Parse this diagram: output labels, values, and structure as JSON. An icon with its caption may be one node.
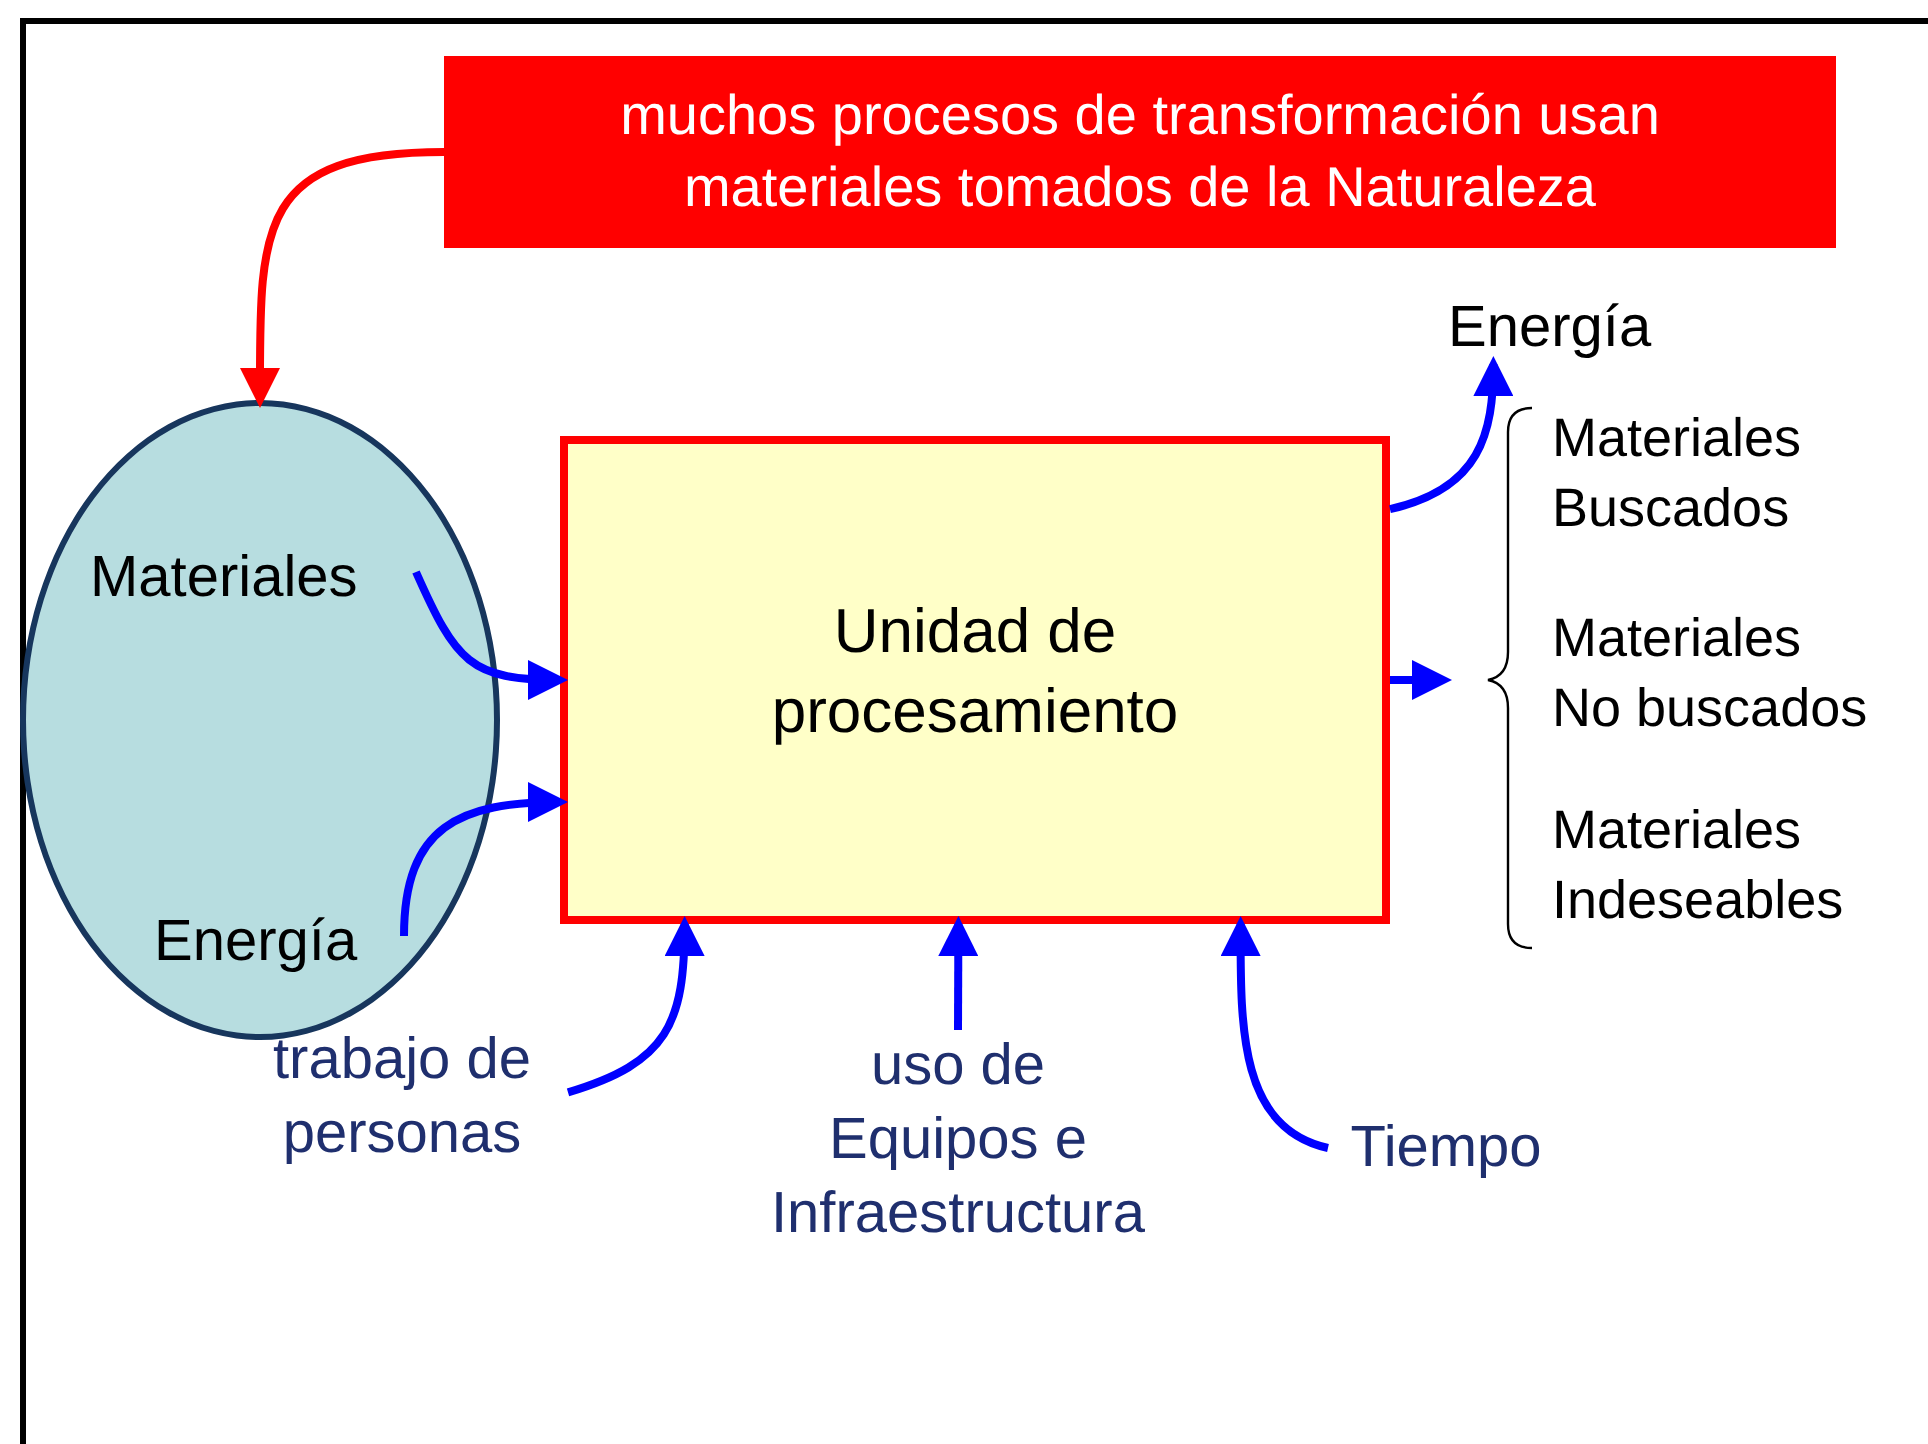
{
  "diagram": {
    "nodes": [
      {
        "text": [
          "muchos procesos de transformación usan materiales tomados de la Naturaleza"
        ]
      },
      {
        "text": [],
        "shape": "circle"
      },
      {
        "text": [
          "Materiales"
        ],
        "in": 1
      },
      {
        "text": [
          "Energía"
        ],
        "in": 1
      },
      {
        "text": [
          "Unidad de procesamiento"
        ]
      },
      {
        "text": [
          "trabajo de personas"
        ]
      },
      {
        "text": [
          "uso de Equipos e Infraestructura"
        ]
      },
      {
        "text": [
          "Tiempo"
        ]
      },
      {
        "text": [
          "Energía"
        ]
      },
      {
        "text": [
          "Materiales Buscados"
        ]
      },
      {
        "text": [
          "Materiales No buscados"
        ]
      },
      {
        "text": [
          "Materiales Indeseables"
        ]
      }
    ],
    "edges": [
      {
        "from": 0,
        "to": 1,
        "arrow": "to",
        "color": "#ff0000"
      },
      {
        "from": 2,
        "to": 4,
        "arrow": "to"
      },
      {
        "from": 3,
        "to": 4,
        "arrow": "to"
      },
      {
        "from": 5,
        "to": 4,
        "arrow": "to"
      },
      {
        "from": 6,
        "to": 4,
        "arrow": "to"
      },
      {
        "from": 7,
        "to": 4,
        "arrow": "to"
      },
      {
        "from": 4,
        "to": 8,
        "arrow": "to"
      },
      {
        "from": 4,
        "to": null,
        "arrow": "to"
      }
    ]
  }
}
